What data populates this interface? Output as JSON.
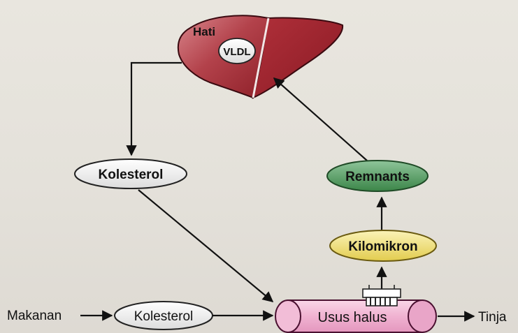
{
  "liver": {
    "title": "Hati",
    "vldl": "VLDL"
  },
  "nodes": {
    "kolesterol_liver": "Kolesterol",
    "remnants": "Remnants",
    "kilomikron": "Kilomikron",
    "kolesterol_food": "Kolesterol",
    "usus_halus": "Usus halus"
  },
  "labels": {
    "makanan": "Makanan",
    "tinja": "Tinja"
  },
  "colors": {
    "liver": "#a8323a",
    "liver_light": "#c45a62",
    "remnants": "#3f8c4c",
    "kilomikron": "#eedc6a",
    "intestine": "#f2b9d6",
    "ellipse_white": "#f4f4f4"
  }
}
